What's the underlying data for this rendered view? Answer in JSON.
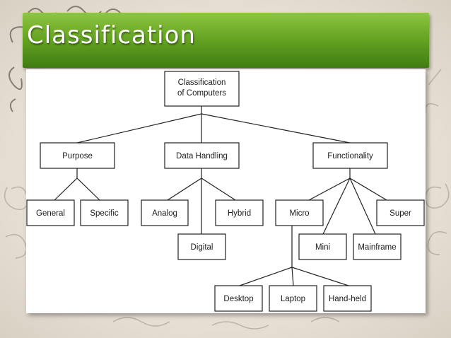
{
  "slide": {
    "title": "Classification"
  },
  "diagram": {
    "root": {
      "line1": "Classification",
      "line2": "of Computers"
    },
    "nodes": {
      "purpose": "Purpose",
      "data_handling": "Data Handling",
      "functionality": "Functionality",
      "general": "General",
      "specific": "Specific",
      "analog": "Analog",
      "hybrid": "Hybrid",
      "digital": "Digital",
      "micro": "Micro",
      "super": "Super",
      "mini": "Mini",
      "mainframe": "Mainframe",
      "desktop": "Desktop",
      "laptop": "Laptop",
      "handheld": "Hand-held"
    }
  },
  "colors": {
    "title_bar": "#5f9e1f",
    "title_text": "#ffffff",
    "diagram_stroke": "#222222"
  }
}
